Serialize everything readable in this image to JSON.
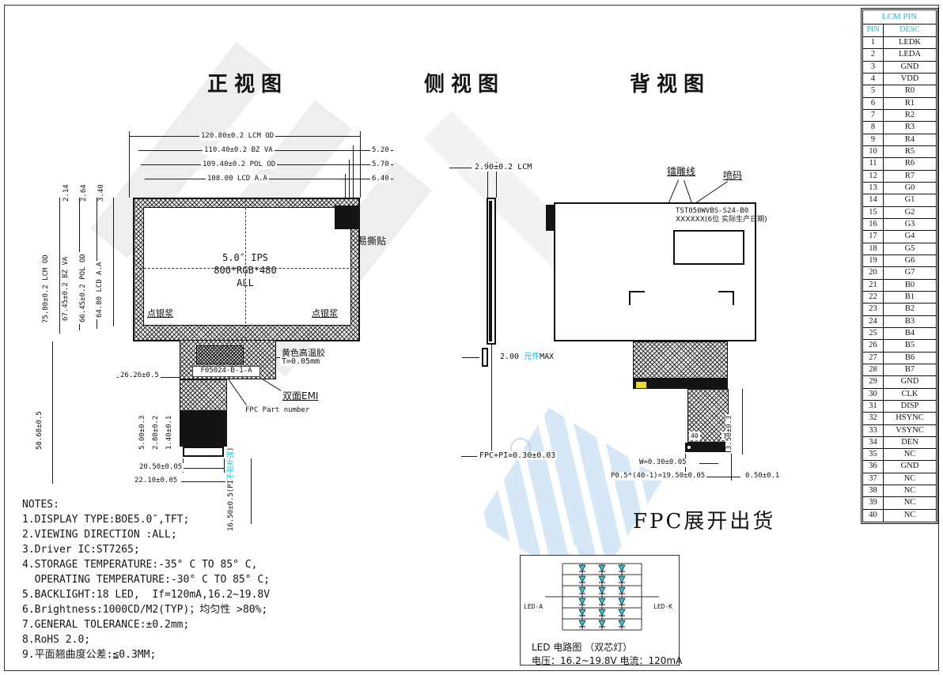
{
  "titles": {
    "front": "正视图",
    "side": "侧视图",
    "back": "背视图"
  },
  "front_view": {
    "dims_top": [
      "120.80±0.2 LCM OD",
      "110.40±0.2 BZ VA",
      "109.40±0.2 POL OD",
      "108.00 LCD A.A"
    ],
    "dims_top_right": [
      "5.20",
      "5.70",
      "6.40"
    ],
    "dims_left": [
      "75.80±0.2 LCM OD",
      "67.45±0.2 BZ VA",
      "66.45±0.2 POL OD",
      "64.80 LCD A.A"
    ],
    "dims_left_top": [
      "2.14",
      "2.64",
      "3.40"
    ],
    "screen_text": [
      "5.0″ IPS",
      "800*RGB*480",
      "ALL"
    ],
    "silver_dot_left": "点银浆",
    "silver_dot_right": "点银浆",
    "easy_tear_label": "易撕贴",
    "tape_label": "黄色高温胶",
    "tape_thickness": "T=0.05mm",
    "fpc_part_number": "F05024-B-1-A",
    "emi_label": "双面EMI",
    "fpc_part_label": "FPC Part number",
    "dim_2626": "26.26±0.5",
    "dim_5868": "58.68±0.5",
    "dim_500": "5.00±0.3",
    "dim_280": "2.80±0.2",
    "dim_140": "1.40±0.1",
    "dim_2050": "20.50±0.05",
    "dim_2210": "22.10±0.05",
    "dim_1650_a": "16.50±0.5(PI",
    "dim_1650_b": "不贴补强",
    "dim_1650_c": ")"
  },
  "side_view": {
    "dim_top": "2.90±0.2 LCM",
    "comp_val": "2.00 ",
    "comp_cn": "元件",
    "comp_max": "MAX",
    "dim_fpc": "FPC+PI=0.30±0.03"
  },
  "back_view": {
    "laser_label": "镭雕线",
    "inkjet_label": "喷码",
    "model_line1": "TST050WVBS-S24-B0",
    "model_line2": "XXXXXX(6位 实际生产日期)",
    "pin40": "40",
    "pin1": "1",
    "dim_350": "3.50±0.3",
    "dim_w": "W=0.30±0.05",
    "dim_pitch": "P0.5*(40-1)=19.50±0.05",
    "dim_050": "0.50±0.1"
  },
  "pin_table": {
    "title": "LCM PIN",
    "col_pin": "PIN",
    "col_desc": "DESC",
    "rows": [
      {
        "pin": "1",
        "desc": "LEDK"
      },
      {
        "pin": "2",
        "desc": "LEDA"
      },
      {
        "pin": "3",
        "desc": "GND"
      },
      {
        "pin": "4",
        "desc": "VDD"
      },
      {
        "pin": "5",
        "desc": "R0"
      },
      {
        "pin": "6",
        "desc": "R1"
      },
      {
        "pin": "7",
        "desc": "R2"
      },
      {
        "pin": "8",
        "desc": "R3"
      },
      {
        "pin": "9",
        "desc": "R4"
      },
      {
        "pin": "10",
        "desc": "R5"
      },
      {
        "pin": "11",
        "desc": "R6"
      },
      {
        "pin": "12",
        "desc": "R7"
      },
      {
        "pin": "13",
        "desc": "G0"
      },
      {
        "pin": "14",
        "desc": "G1"
      },
      {
        "pin": "15",
        "desc": "G2"
      },
      {
        "pin": "16",
        "desc": "G3"
      },
      {
        "pin": "17",
        "desc": "G4"
      },
      {
        "pin": "18",
        "desc": "G5"
      },
      {
        "pin": "19",
        "desc": "G6"
      },
      {
        "pin": "20",
        "desc": "G7"
      },
      {
        "pin": "21",
        "desc": "B0"
      },
      {
        "pin": "22",
        "desc": "B1"
      },
      {
        "pin": "23",
        "desc": "B2"
      },
      {
        "pin": "24",
        "desc": "B3"
      },
      {
        "pin": "25",
        "desc": "B4"
      },
      {
        "pin": "26",
        "desc": "B5"
      },
      {
        "pin": "27",
        "desc": "B6"
      },
      {
        "pin": "28",
        "desc": "B7"
      },
      {
        "pin": "29",
        "desc": "GND"
      },
      {
        "pin": "30",
        "desc": "CLK"
      },
      {
        "pin": "31",
        "desc": "DISP"
      },
      {
        "pin": "32",
        "desc": "HSYNC"
      },
      {
        "pin": "33",
        "desc": "VSYNC"
      },
      {
        "pin": "34",
        "desc": "DEN"
      },
      {
        "pin": "35",
        "desc": "NC"
      },
      {
        "pin": "36",
        "desc": "GND"
      },
      {
        "pin": "37",
        "desc": "NC"
      },
      {
        "pin": "38",
        "desc": "NC"
      },
      {
        "pin": "39",
        "desc": "NC"
      },
      {
        "pin": "40",
        "desc": "NC"
      }
    ]
  },
  "notes": {
    "title": "NOTES:",
    "lines": [
      "1.DISPLAY TYPE:BOE5.0″,TFT;",
      "2.VIEWING DIRECTION :ALL;",
      "3.Driver IC:ST7265;",
      "4.STORAGE TEMPERATURE:-35° C TO 85° C,",
      "  OPERATING TEMPERATURE:-30° C TO 85° C;",
      "5.BACKLIGHT:18 LED,  If=120mA,16.2~19.8V",
      "6.Brightness:1000CD/M2(TYP)；均匀性 >80%;",
      "7.GENERAL TOLERANCE:±0.2mm;",
      "8.RoHS 2.0;",
      "9.平面翘曲度公差:≦0.3MM;"
    ]
  },
  "fpc_ship_label": "FPC展开出货",
  "led_diagram": {
    "lead_a": "LED-A",
    "lead_k": "LED-K",
    "caption1": "LED 电路图 （双芯灯）",
    "caption2": "电压：16.2~19.8V 电流：120mA"
  },
  "colors": {
    "cyan": "#17c3dc",
    "yellow": "#e8d92e"
  }
}
